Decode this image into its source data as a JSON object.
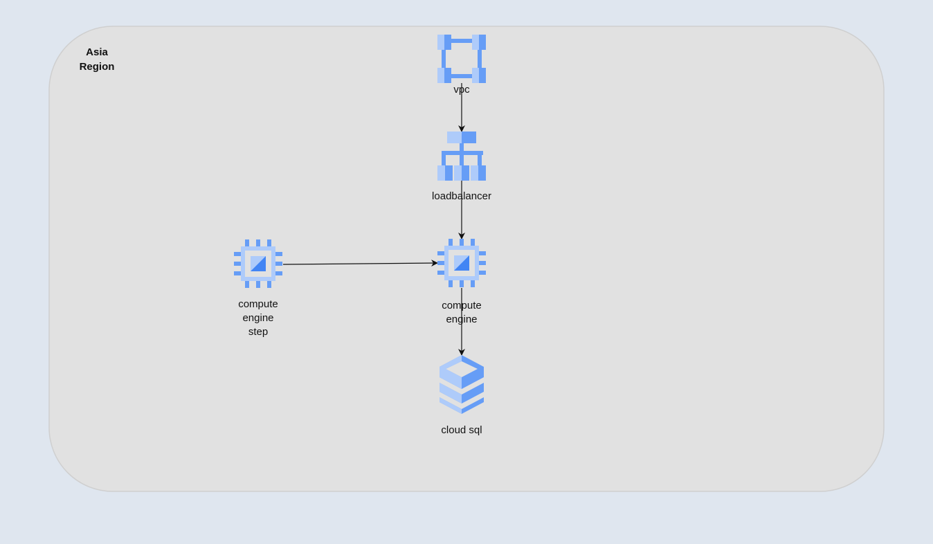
{
  "region": {
    "label_line1": "Asia",
    "label_line2": "Region"
  },
  "nodes": {
    "vpc": {
      "label": "vpc",
      "icon": "vpc-icon"
    },
    "loadbalancer": {
      "label": "loadbalancer",
      "icon": "load-balancer-icon"
    },
    "compute_engine": {
      "label_line1": "compute",
      "label_line2": "engine",
      "icon": "compute-engine-icon"
    },
    "compute_engine_step": {
      "label_line1": "compute",
      "label_line2": "engine",
      "label_line3": "step",
      "icon": "compute-engine-icon"
    },
    "cloud_sql": {
      "label": "cloud sql",
      "icon": "cloud-sql-icon"
    }
  },
  "colors": {
    "background": "#dfe6ef",
    "region_fill": "#e1e1e1",
    "icon_light": "#aecbfa",
    "icon_dark": "#669df6",
    "icon_mid": "#4285f4"
  }
}
